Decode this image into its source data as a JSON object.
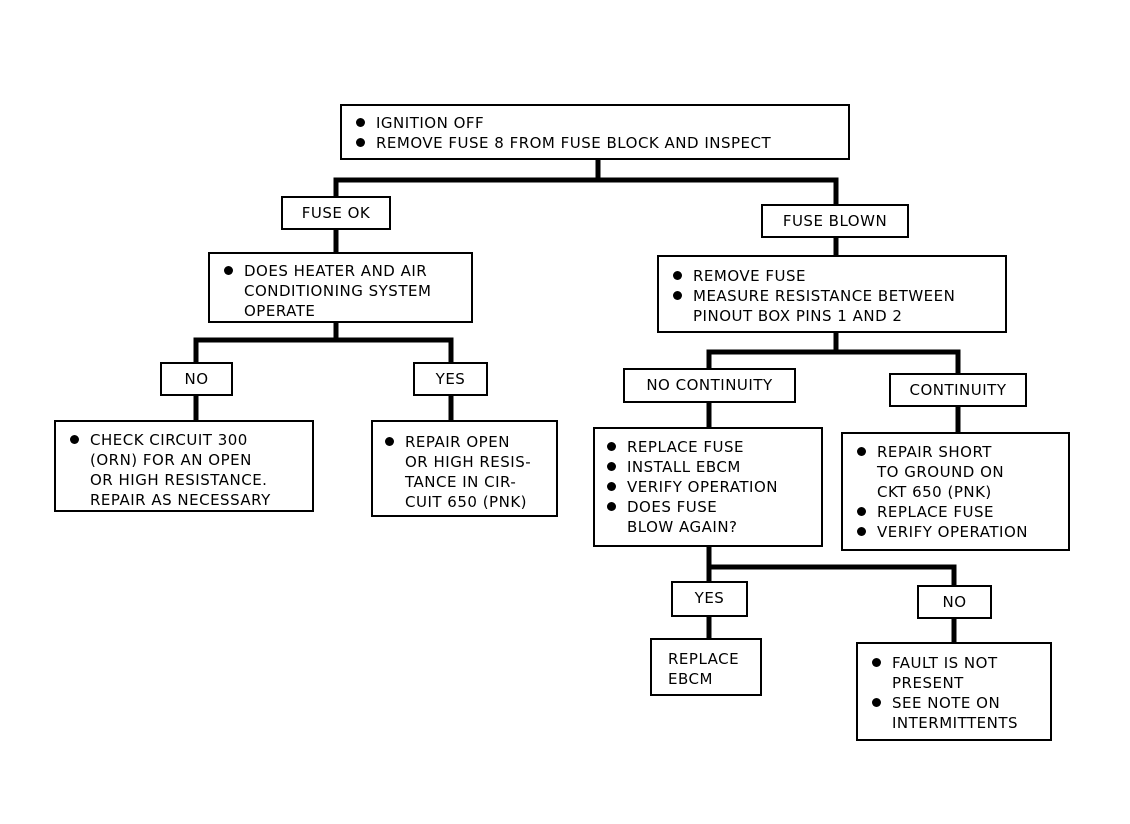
{
  "root": {
    "items": [
      [
        "IGNITION OFF"
      ],
      [
        "REMOVE FUSE 8 FROM FUSE BLOCK AND INSPECT"
      ]
    ]
  },
  "fuse_ok": {
    "label": "FUSE OK"
  },
  "fuse_blown": {
    "label": "FUSE BLOWN"
  },
  "hvac_question": {
    "items": [
      [
        "DOES HEATER AND AIR",
        "CONDITIONING SYSTEM",
        "OPERATE"
      ]
    ]
  },
  "measure": {
    "items": [
      [
        "REMOVE FUSE"
      ],
      [
        "MEASURE RESISTANCE BETWEEN",
        "PINOUT BOX PINS 1 AND 2"
      ]
    ]
  },
  "hvac_no": {
    "label": "NO"
  },
  "hvac_yes": {
    "label": "YES"
  },
  "no_continuity": {
    "label": "NO CONTINUITY"
  },
  "continuity": {
    "label": "CONTINUITY"
  },
  "check_300": {
    "items": [
      [
        "CHECK CIRCUIT 300",
        "(ORN) FOR AN OPEN",
        "OR HIGH RESISTANCE.",
        "REPAIR AS NECESSARY"
      ]
    ]
  },
  "repair_650": {
    "items": [
      [
        "REPAIR OPEN",
        "OR HIGH RESIS-",
        "TANCE IN CIR-",
        "CUIT 650 (PNK)"
      ]
    ]
  },
  "replace_ebcm_steps": {
    "items": [
      [
        "REPLACE FUSE"
      ],
      [
        "INSTALL EBCM"
      ],
      [
        "VERIFY OPERATION"
      ],
      [
        "DOES  FUSE",
        "BLOW AGAIN?"
      ]
    ]
  },
  "repair_short": {
    "items": [
      [
        "REPAIR SHORT",
        "TO GROUND ON",
        "CKT 650 (PNK)"
      ],
      [
        "REPLACE FUSE"
      ],
      [
        "VERIFY OPERATION"
      ]
    ]
  },
  "blow_yes": {
    "label": "YES"
  },
  "blow_no": {
    "label": "NO"
  },
  "replace_ebcm": {
    "lines": [
      "REPLACE",
      "EBCM"
    ]
  },
  "fault_not_present": {
    "items": [
      [
        "FAULT IS NOT",
        "PRESENT"
      ],
      [
        "SEE NOTE ON",
        "INTERMITTENTS"
      ]
    ]
  }
}
